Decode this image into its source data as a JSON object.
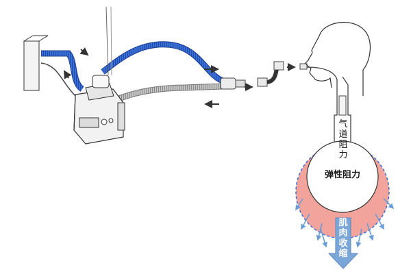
{
  "labels": {
    "airway_resistance": "气道阻力",
    "elastic_resistance": "弹性阻力",
    "muscle_contraction": "肌肉收缩"
  },
  "colors": {
    "blue_tube": "#3a6fd8",
    "gray_tube": "#b8b8b8",
    "lung_ring": "#f2a49c",
    "muscle_arrow": "#7aa7d8",
    "outline": "#333333"
  }
}
